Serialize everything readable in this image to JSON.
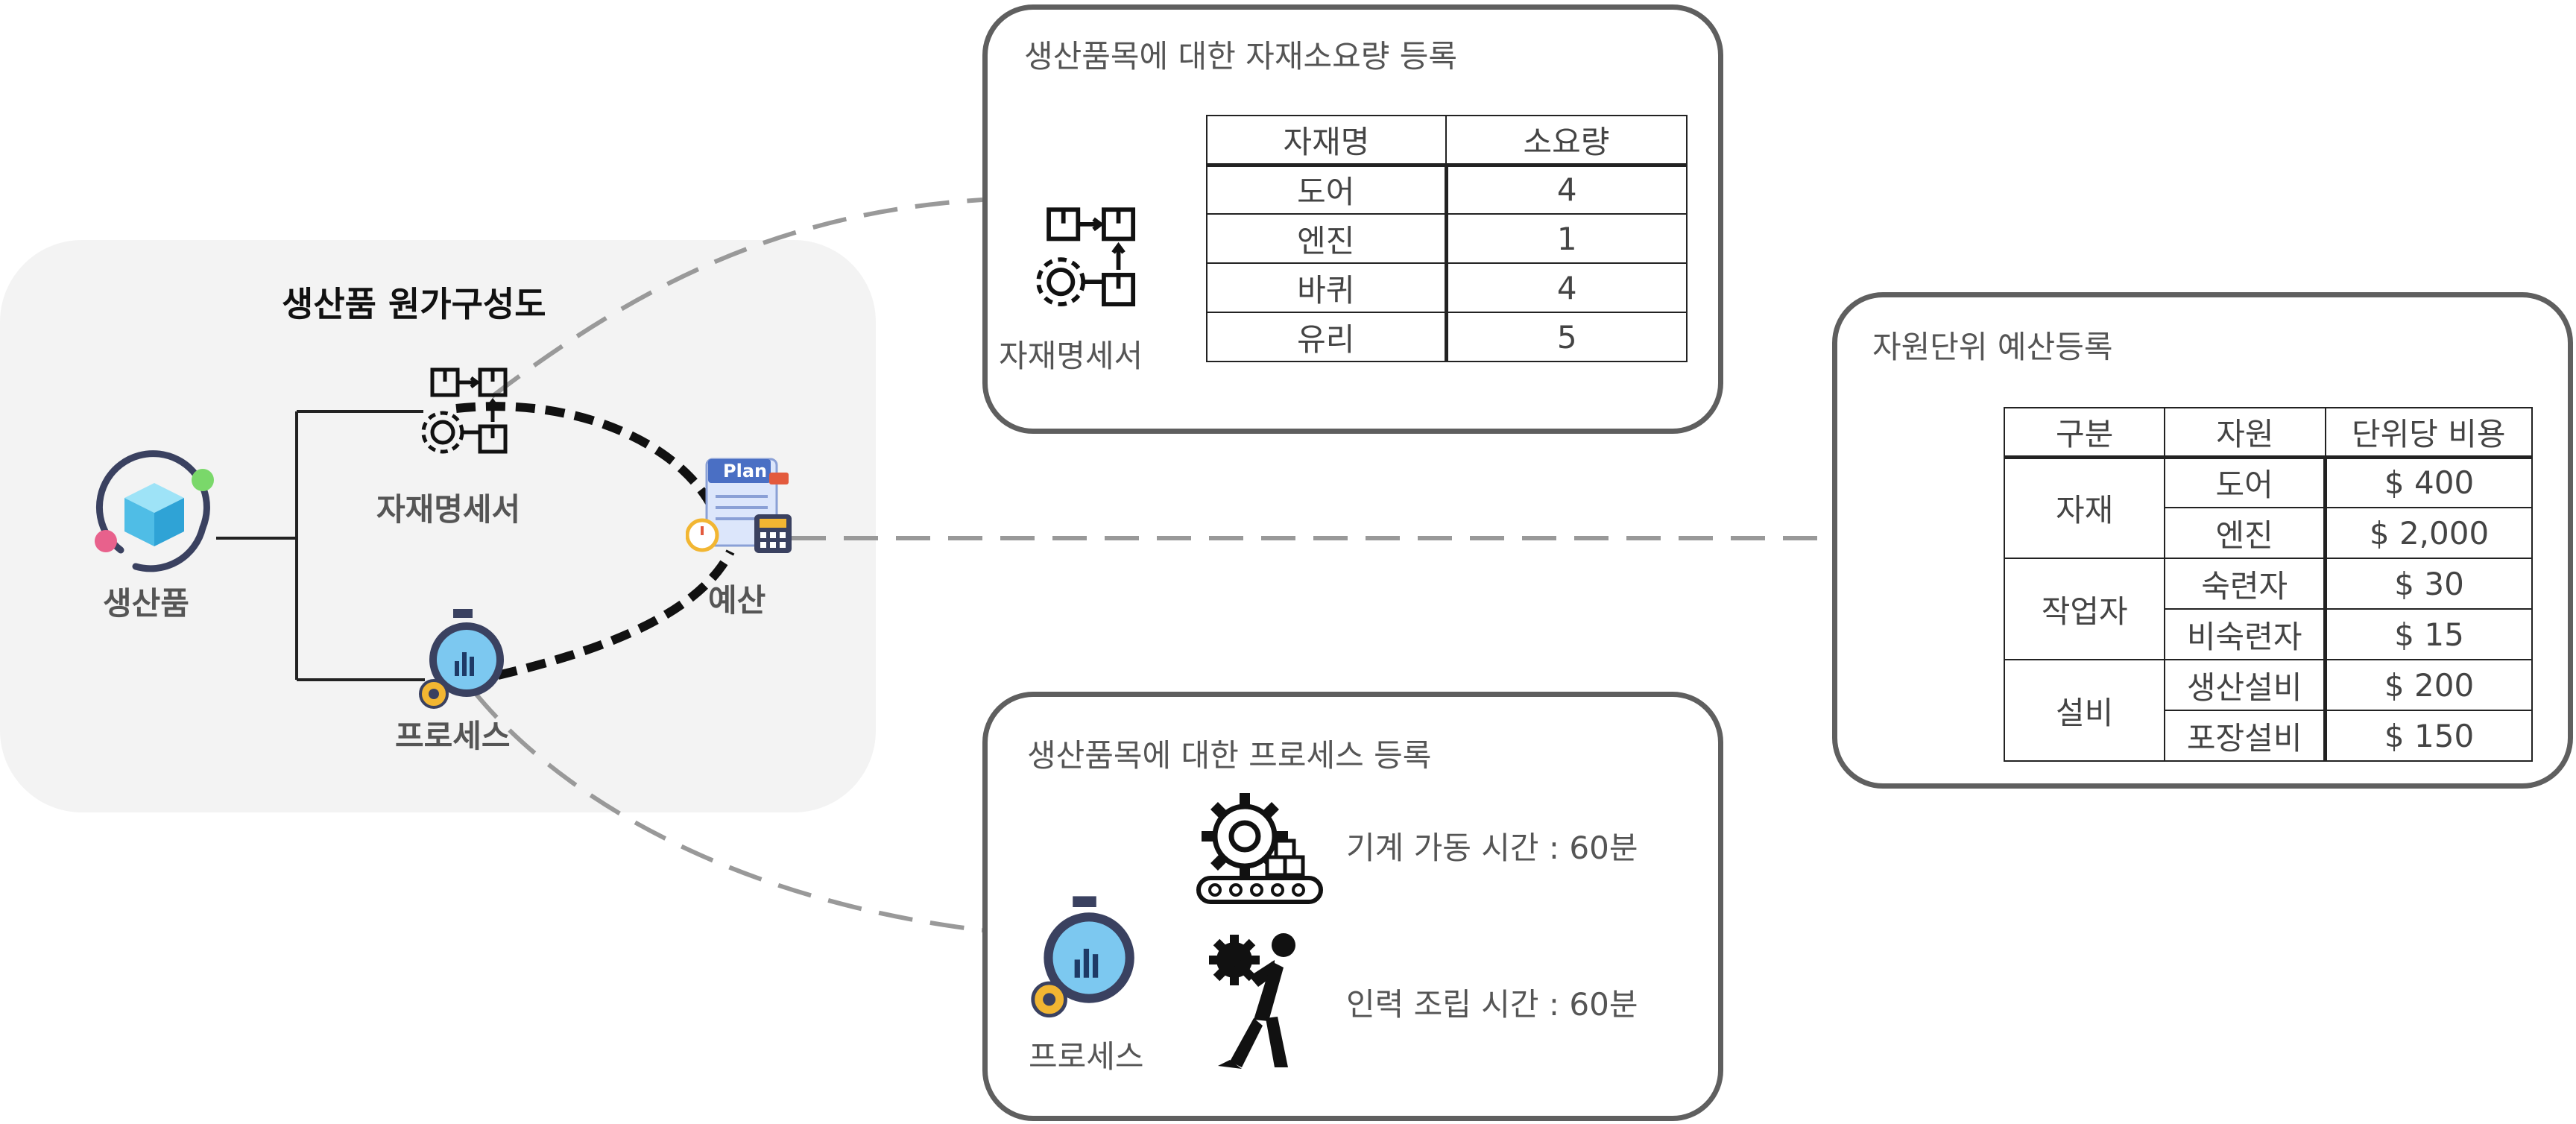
{
  "overview": {
    "title": "생산품 원가구성도",
    "product": "생산품",
    "bom": "자재명세서",
    "process": "프로세스",
    "budget": "예산",
    "plan_badge": "Plan"
  },
  "material_panel": {
    "title": "생산품목에 대한 자재소요량 등록",
    "icon_label": "자재명세서",
    "headers": [
      "자재명",
      "소요량"
    ],
    "rows": [
      [
        "도어",
        "4"
      ],
      [
        "엔진",
        "1"
      ],
      [
        "바퀴",
        "4"
      ],
      [
        "유리",
        "5"
      ]
    ]
  },
  "process_panel": {
    "title": "생산품목에 대한 프로세스 등록",
    "icon_label": "프로세스",
    "machine_time": "기계 가동 시간 : 60분",
    "labor_time": "인력 조립 시간 : 60분"
  },
  "budget_panel": {
    "title": "자원단위 예산등록",
    "headers": [
      "구분",
      "자원",
      "단위당 비용"
    ],
    "groups": [
      {
        "name": "자재",
        "items": [
          [
            "도어",
            "$ 400"
          ],
          [
            "엔진",
            "$ 2,000"
          ]
        ]
      },
      {
        "name": "작업자",
        "items": [
          [
            "숙련자",
            "$ 30"
          ],
          [
            "비숙련자",
            "$ 15"
          ]
        ]
      },
      {
        "name": "설비",
        "items": [
          [
            "생산설비",
            "$ 200"
          ],
          [
            "포장설비",
            "$ 150"
          ]
        ]
      }
    ]
  },
  "colors": {
    "panel_border": "#5f5f5f",
    "overview_bg": "#f3f3f3",
    "connector": "#999999",
    "flow": "#111111",
    "accent_green": "#7ad86a",
    "accent_pink": "#e8618c",
    "cube": "#59c7ee",
    "clock_face": "#7cc8f0",
    "gear": "#f2b632",
    "plan_blue": "#4a6fc4"
  }
}
